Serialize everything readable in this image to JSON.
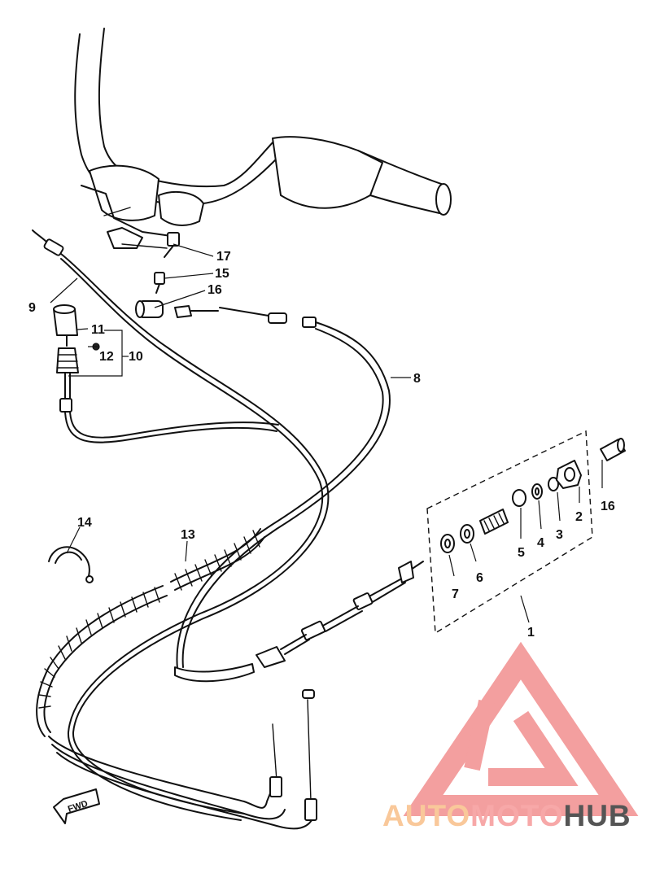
{
  "part_labels": {
    "p1": "1",
    "p2": "2",
    "p3": "3",
    "p4": "4",
    "p5": "5",
    "p6": "6",
    "p7": "7",
    "p8": "8",
    "p9": "9",
    "p10": "10",
    "p11": "11",
    "p12": "12",
    "p13": "13",
    "p14": "14",
    "p15": "15",
    "p16a": "16",
    "p16b": "16",
    "p17": "17"
  },
  "direction_marker": "FWD",
  "watermark": {
    "part1": "AUTO",
    "part2": "MOTO",
    "part3": "HUB",
    "colors": {
      "auto": "#f9c89a",
      "moto": "#f7a8a8",
      "hub": "#555555",
      "triangle": "#f28f8f"
    }
  }
}
